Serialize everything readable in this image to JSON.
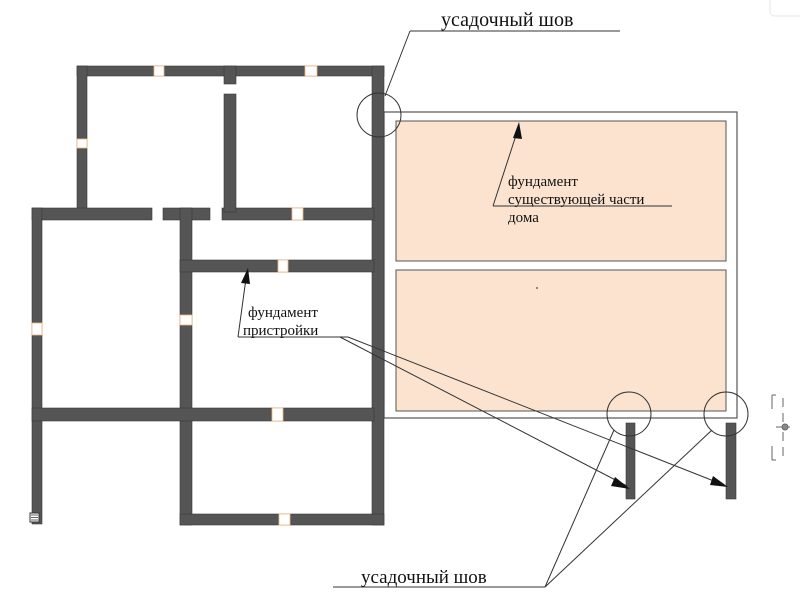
{
  "labels": {
    "shrink_joint_top": "усадочный шов",
    "existing_foundation": [
      "фундамент",
      "существующей части",
      "дома"
    ],
    "extension_foundation": [
      "фундамент",
      "пристройки"
    ],
    "shrink_joint_bottom": "усадочный шов"
  },
  "colors": {
    "wall": "#555555",
    "wall_edge": "#3a3a3a",
    "opening": "#ffffff",
    "opening_edge": "#f0b880",
    "existing_slab": "#fbe3cf",
    "outline": "#555555"
  }
}
